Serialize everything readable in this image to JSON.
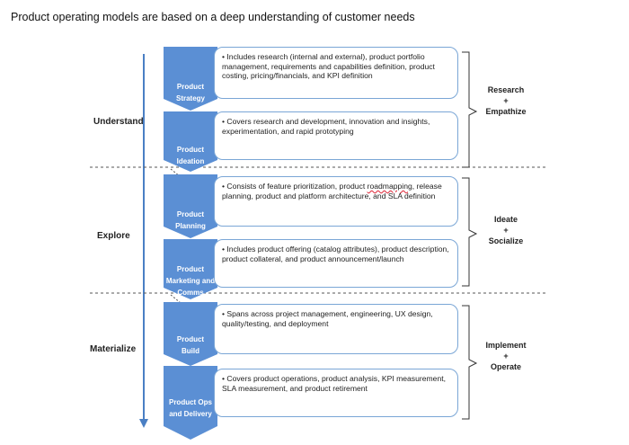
{
  "title": "Product operating models are based on a deep understanding of customer needs",
  "phases": [
    "Understand",
    "Explore",
    "Materialize"
  ],
  "steps": [
    {
      "label_lines": [
        "Product",
        "Strategy"
      ],
      "description": "• Includes research (internal and external), product portfolio management, requirements and capabilities definition, product costing, pricing/financials, and KPI definition"
    },
    {
      "label_lines": [
        "Product",
        "Ideation"
      ],
      "description": "• Covers research and development, innovation and insights, experimentation, and rapid prototyping"
    },
    {
      "label_lines": [
        "Product",
        "Planning"
      ],
      "description_pre": "• Consists of feature prioritization, product ",
      "description_underlined": "roadmapping",
      "description_post": ", release planning, product and platform architecture, and SLA definition"
    },
    {
      "label_lines": [
        "Product",
        "Marketing and",
        "Comms"
      ],
      "description": "• Includes product offering (catalog attributes), product description, product collateral, and product announcement/launch"
    },
    {
      "label_lines": [
        "Product",
        "Build"
      ],
      "description": "• Spans across project management, engineering, UX design, quality/testing, and deployment"
    },
    {
      "label_lines": [
        "Product Ops",
        "and Delivery"
      ],
      "description": "• Covers product operations, product analysis, KPI measurement, SLA measurement, and product retirement"
    }
  ],
  "groups": [
    {
      "lines": [
        "Research",
        "+",
        "Empathize"
      ]
    },
    {
      "lines": [
        "Ideate",
        "+",
        "Socialize"
      ]
    },
    {
      "lines": [
        "Implement",
        "+",
        "Operate"
      ]
    }
  ],
  "colors": {
    "chevron": "#5b8fd4",
    "box_border": "#7aa6d6",
    "axis": "#4a7fc4",
    "dashed": "#555555"
  }
}
